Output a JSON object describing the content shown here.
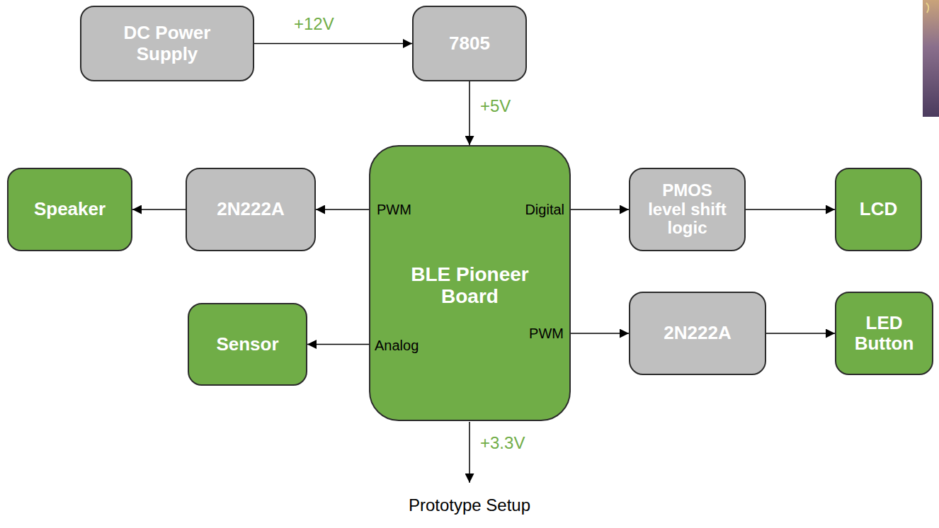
{
  "diagram": {
    "caption": "Prototype Setup",
    "nodes": [
      {
        "text": [
          "DC Power Supply"
        ]
      },
      {
        "text": [
          "7805"
        ]
      },
      {
        "text": [
          "Speaker"
        ]
      },
      {
        "text": [
          "2N222A"
        ]
      },
      {
        "text": [
          "BLE Pioneer Board",
          "PWM",
          "Digital",
          "Analog",
          "PWM"
        ]
      },
      {
        "text": [
          "PMOS level shift logic"
        ]
      },
      {
        "text": [
          "LCD"
        ]
      },
      {
        "text": [
          "Sensor"
        ]
      },
      {
        "text": [
          "2N222A"
        ]
      },
      {
        "text": [
          "LED Button"
        ]
      }
    ],
    "edges": [
      {
        "from": 0,
        "to": 1,
        "arrow": "to",
        "label": "+12V"
      },
      {
        "from": 1,
        "to": 4,
        "arrow": "to",
        "label": "+5V"
      },
      {
        "from": 4,
        "to": 3,
        "arrow": "to"
      },
      {
        "from": 3,
        "to": 2,
        "arrow": "to"
      },
      {
        "from": 4,
        "to": 5,
        "arrow": "to"
      },
      {
        "from": 5,
        "to": 6,
        "arrow": "to"
      },
      {
        "from": 4,
        "to": 7,
        "arrow": "to"
      },
      {
        "from": 4,
        "to": 8,
        "arrow": "to"
      },
      {
        "from": 8,
        "to": 9,
        "arrow": "to"
      }
    ],
    "labels": [
      "+3.3V"
    ]
  }
}
